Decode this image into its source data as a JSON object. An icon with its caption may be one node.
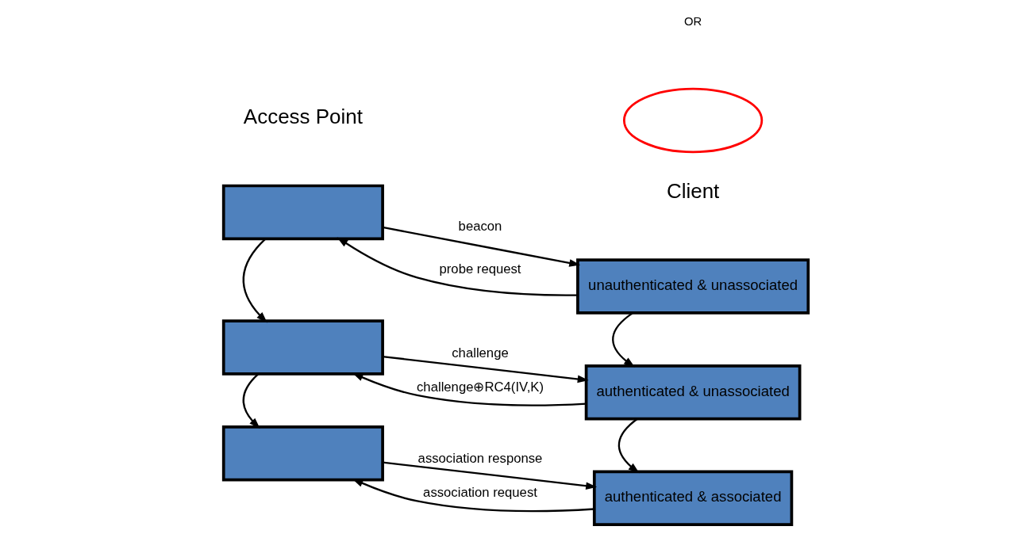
{
  "diagram": {
    "nodes": [
      {
        "text": [],
        "shape": "box"
      },
      {
        "text": [],
        "shape": "box"
      },
      {
        "text": [],
        "shape": "box"
      },
      {
        "text": [
          "unauthenticated & unassociated"
        ]
      },
      {
        "text": [
          "authenticated & unassociated"
        ]
      },
      {
        "text": [
          "authenticated & associated"
        ]
      },
      {
        "text": [],
        "shape": "ellipse"
      }
    ],
    "edges": [
      {
        "from": 0,
        "to": 3,
        "arrow": "to",
        "label": "beacon"
      },
      {
        "from": 3,
        "to": 0,
        "arrow": "to",
        "label": "probe request"
      },
      {
        "from": 0,
        "to": 1,
        "arrow": "to"
      },
      {
        "from": 1,
        "to": 2,
        "arrow": "to"
      },
      {
        "from": 3,
        "to": 4,
        "arrow": "to"
      },
      {
        "from": 4,
        "to": 5,
        "arrow": "to"
      },
      {
        "from": 1,
        "to": 4,
        "arrow": "to",
        "label": "challenge"
      },
      {
        "from": 4,
        "to": 1,
        "arrow": "to",
        "label": "challenge⊕RC4(IV,K)"
      },
      {
        "from": 5,
        "to": 2,
        "arrow": "to",
        "label": "association request"
      },
      {
        "from": 2,
        "to": 5,
        "arrow": "to",
        "label": "association response"
      }
    ],
    "labels": [
      "Access Point",
      "Client",
      "OR"
    ]
  }
}
